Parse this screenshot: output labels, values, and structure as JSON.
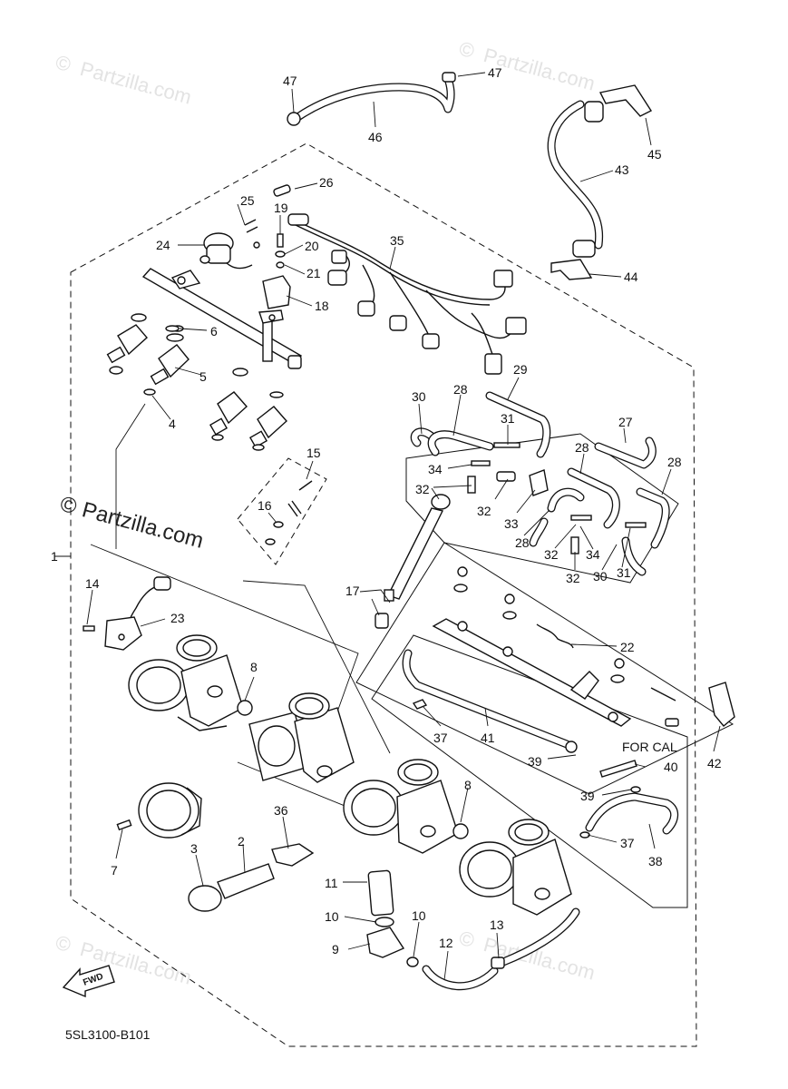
{
  "diagram": {
    "code": "5SL3100-B101",
    "fwd_label": "FWD",
    "for_cal_label": "FOR CAL",
    "watermark": "Partzilla.com",
    "watermark_symbol": "©",
    "callouts": {
      "c1": "1",
      "c2": "2",
      "c3": "3",
      "c4": "4",
      "c5": "5",
      "c6": "6",
      "c7": "7",
      "c8a": "8",
      "c8b": "8",
      "c9": "9",
      "c10a": "10",
      "c10b": "10",
      "c11": "11",
      "c12": "12",
      "c13": "13",
      "c14": "14",
      "c15": "15",
      "c16": "16",
      "c17": "17",
      "c18": "18",
      "c19": "19",
      "c20": "20",
      "c21": "21",
      "c22": "22",
      "c23": "23",
      "c24": "24",
      "c25": "25",
      "c26": "26",
      "c27": "27",
      "c28a": "28",
      "c28b": "28",
      "c28c": "28",
      "c28d": "28",
      "c29": "29",
      "c30a": "30",
      "c30b": "30",
      "c31a": "31",
      "c31b": "31",
      "c32a": "32",
      "c32b": "32",
      "c32c": "32",
      "c32d": "32",
      "c33": "33",
      "c34a": "34",
      "c34b": "34",
      "c35": "35",
      "c36": "36",
      "c37a": "37",
      "c37b": "37",
      "c38": "38",
      "c39a": "39",
      "c39b": "39",
      "c40": "40",
      "c41": "41",
      "c42": "42",
      "c43": "43",
      "c44": "44",
      "c45": "45",
      "c46": "46",
      "c47a": "47",
      "c47b": "47"
    }
  }
}
